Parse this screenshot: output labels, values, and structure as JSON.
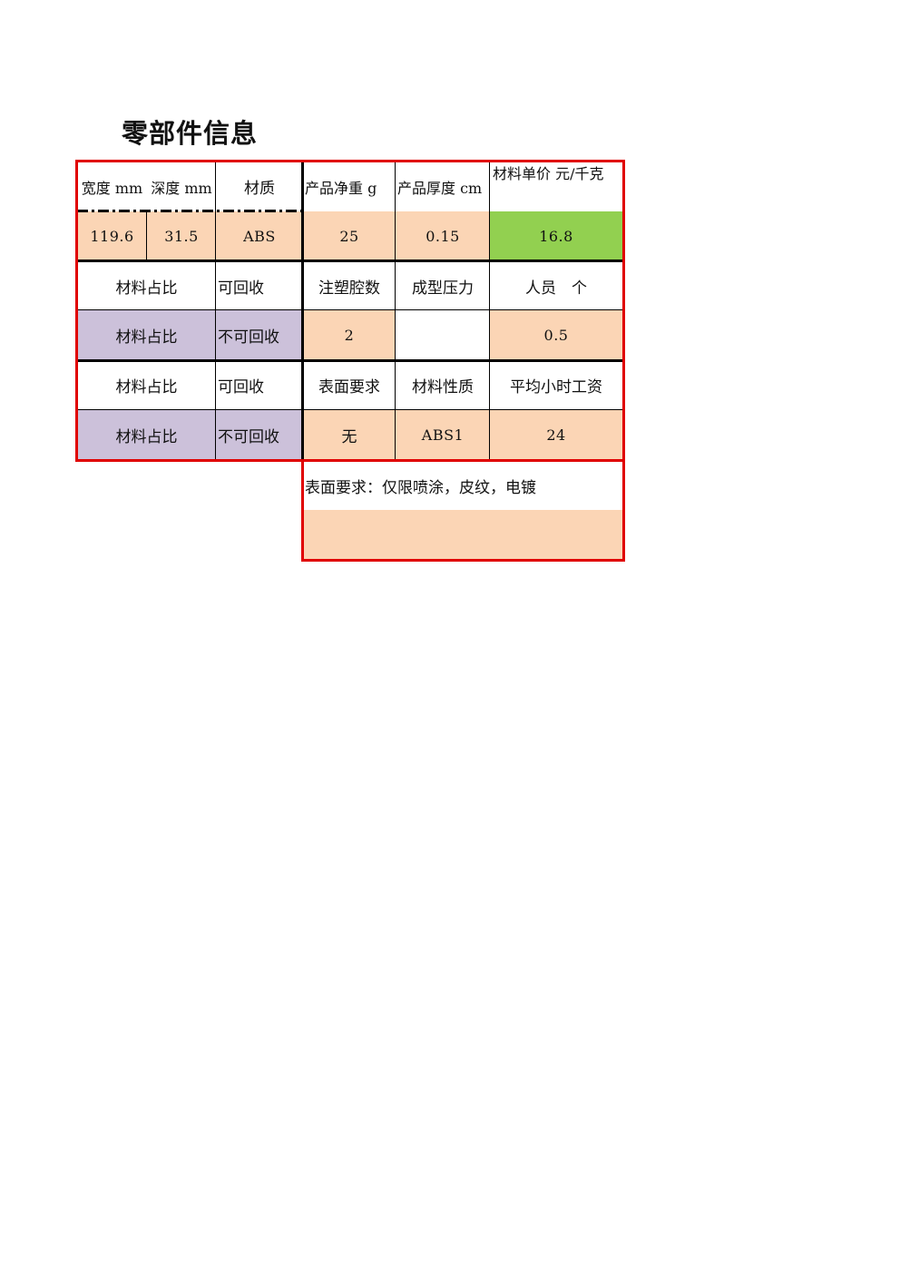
{
  "title": "零部件信息",
  "headers": {
    "width": "宽度 mm",
    "depth": "深度 mm",
    "material": "材质",
    "net_weight": "产品净重 g",
    "thickness": "产品厚度 cm",
    "unit_price": "材料单价 元/千克"
  },
  "values": {
    "width": "119.6",
    "depth": "31.5",
    "material": "ABS",
    "net_weight": "25",
    "thickness": "0.15",
    "unit_price": "16.8"
  },
  "row3": {
    "ratio_label": "材料占比",
    "recyclable": "可回收",
    "cavities": "注塑腔数",
    "pressure": "成型压力",
    "staff": "人员　个"
  },
  "row4": {
    "ratio_label": "材料占比",
    "non_recyclable": "不可回收",
    "cavities_value": "2",
    "pressure_value": "",
    "staff_value": "0.5"
  },
  "row5": {
    "ratio_label": "材料占比",
    "recyclable": "可回收",
    "surface": "表面要求",
    "property": "材料性质",
    "wage": "平均小时工资"
  },
  "row6": {
    "ratio_label": "材料占比",
    "non_recyclable": "不可回收",
    "surface_value": "无",
    "property_value": "ABS1",
    "wage_value": "24"
  },
  "note": {
    "text": "表面要求：仅限喷涂，皮纹，电镀",
    "value": ""
  },
  "colors": {
    "border_red": "#e00000",
    "peach": "#fbd5b5",
    "purple": "#ccc1da",
    "green": "#92d050"
  }
}
